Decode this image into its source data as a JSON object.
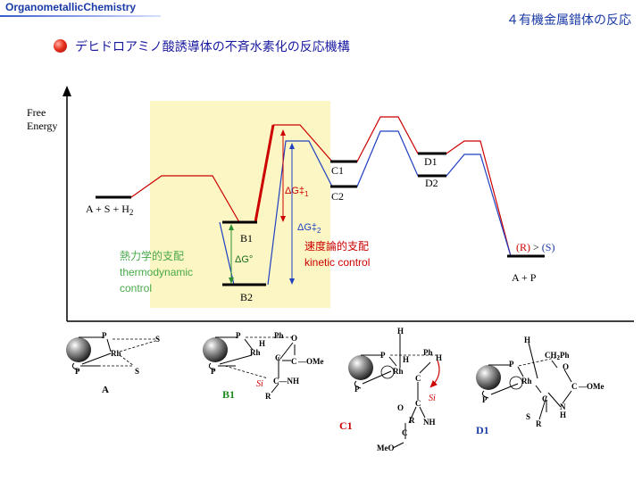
{
  "header": {
    "brand": "OrganometallicChemistry",
    "chapter": "４有機金属錯体の反応",
    "slide_title": "デヒドロアミノ酸誘導体の不斉水素化の反応機構"
  },
  "axis": {
    "ylabel_line1": "Free",
    "ylabel_line2": "Energy"
  },
  "levels": {
    "start": "A + S + H",
    "start_sub": "2",
    "b1": "B1",
    "b2": "B2",
    "c1": "C1",
    "c2": "C2",
    "d1": "D1",
    "d2": "D2",
    "product": "A + P"
  },
  "annotations": {
    "dg1": "ΔG‡",
    "dg1_sub": "1",
    "dg2": "ΔG‡",
    "dg2_sub": "2",
    "dg0": "ΔG°",
    "thermo_jp": "熱力学的支配",
    "thermo_en1": "thermodynamic",
    "thermo_en2": "control",
    "kinetic_jp": "速度論的支配",
    "kinetic_en": "kinetic control",
    "rs_r": "(R)",
    "rs_gt": ">",
    "rs_s": "(S)"
  },
  "structures": {
    "a": {
      "label": "A",
      "p_top": "P",
      "p_bottom": "P",
      "rh": "Rh",
      "s1": "S",
      "s2": "S"
    },
    "b1": {
      "label": "B1",
      "p_top": "P",
      "p_bottom": "P",
      "rh": "Rh",
      "h": "H",
      "ph": "Ph",
      "o": "O",
      "c1": "C",
      "c2": "C",
      "ome": "—OMe",
      "si": "Si",
      "nh": "—NH",
      "r": "R"
    },
    "c1": {
      "label": "C1",
      "h_top": "H",
      "p_top": "P",
      "p_bottom": "P",
      "h1": "H",
      "ph": "Ph",
      "h2": "H",
      "rh": "Rh",
      "c_up": "C",
      "c_down": "C",
      "si": "Si",
      "o": "O",
      "r": "R",
      "nh": "NH",
      "c_ester": "C",
      "meo": "MeO"
    },
    "d1": {
      "label": "D1",
      "h": "H",
      "p_top": "P",
      "p_bottom": "P",
      "rh": "Rh",
      "ch2ph": "CH",
      "ch2ph_sub": "2",
      "ch2ph_end": "Ph",
      "o": "O",
      "c_ome": "C",
      "ome": "—OMe",
      "n": "N",
      "nh_h": "H",
      "c": "C",
      "s": "S",
      "r": "R"
    }
  },
  "colors": {
    "brand_blue": "#1a3aa6",
    "title_blue": "#1a1aa0",
    "r_path": "#cc0000",
    "s_path": "#2040c0",
    "thermo_green": "#48a848",
    "highlight": "#fbf6c4",
    "label_red": "#cc0000",
    "label_green": "#1d8a1d",
    "label_blue": "#1a3aa6"
  }
}
